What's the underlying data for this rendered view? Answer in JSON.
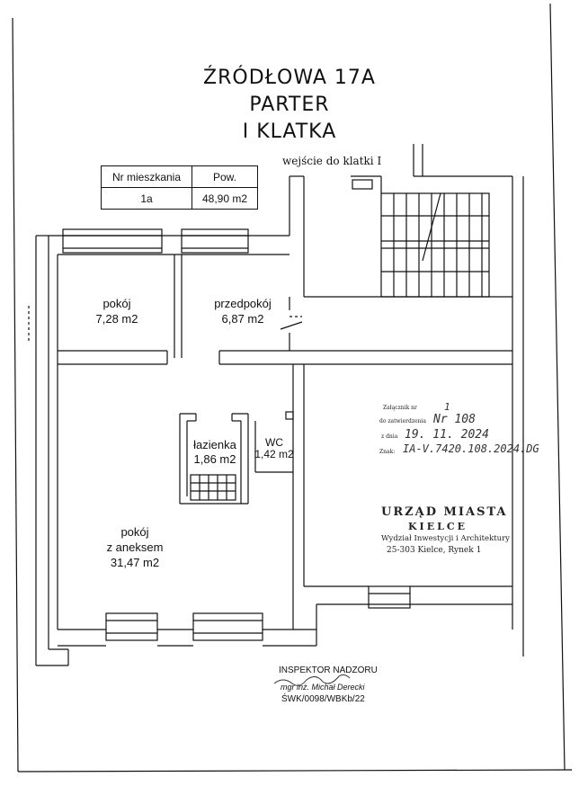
{
  "title": {
    "line1": "ŹRÓDŁOWA 17A",
    "line2": "PARTER",
    "line3": "I KLATKA"
  },
  "table": {
    "header_nr": "Nr mieszkania",
    "header_pow": "Pow.",
    "nr": "1a",
    "pow": "48,90 m2"
  },
  "entrance_label": "wejście do klatki I",
  "rooms": {
    "pokoj1_name": "pokój",
    "pokoj1_area": "7,28 m2",
    "przedpokoj_name": "przedpokój",
    "przedpokoj_area": "6,87 m2",
    "lazienka_name": "łazienka",
    "lazienka_area": "1,86 m2",
    "wc_name": "WC",
    "wc_area": "1,42 m2",
    "pokoj2_name": "pokój",
    "pokoj2_sub": "z aneksem",
    "pokoj2_area": "31,47 m2"
  },
  "approval": {
    "line1_label": "Załącznik nr",
    "line1_value": "1",
    "line2_label": "do zatwierdzenia",
    "line2_value": "Nr 108",
    "line3_label": "z dnia",
    "line3_value": "19. 11. 2024",
    "line4_label": "Znak:",
    "line4_value": "IA-V.7420.108.2024.DG"
  },
  "office_stamp": {
    "line1": "URZĄD MIASTA",
    "line2": "KIELCE",
    "line3": "Wydział Inwestycji i Architektury",
    "line4": "25-303 Kielce, Rynek 1"
  },
  "inspector": {
    "line1": "INSPEKTOR NADZORU",
    "line2": "mgr inż. Michał Derecki",
    "line3": "ŚWK/0098/WBKb/22"
  }
}
